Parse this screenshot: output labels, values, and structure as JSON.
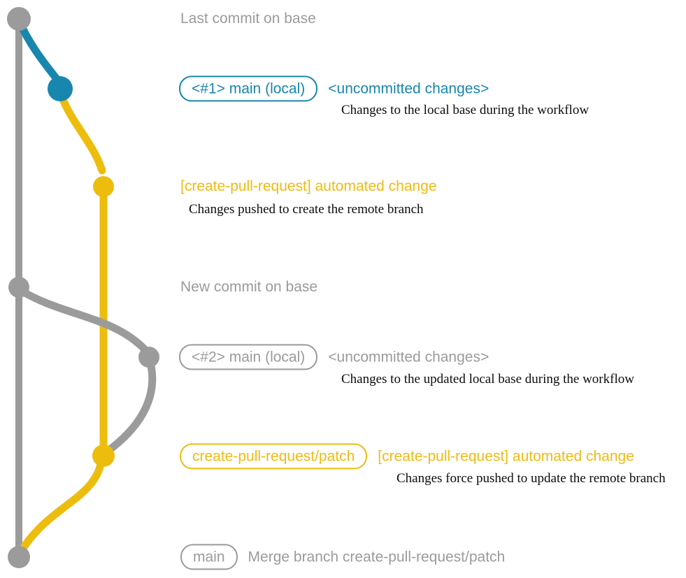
{
  "colors": {
    "gray": "#9b9b9b",
    "blue": "#1887ae",
    "yellow": "#edbd0e",
    "yellow-text": "#efbb12",
    "ink": "#0d0d0d"
  },
  "graph": {
    "branches": [
      "base",
      "main-local",
      "create-pull-request-patch"
    ],
    "commit_count": 7
  },
  "rows": {
    "last_commit_on_base": {
      "text": "Last commit on base"
    },
    "uncommitted_1": {
      "branch_tag": "<#1> main (local)",
      "title": "<uncommitted changes>",
      "description": "Changes to the local base during the workflow"
    },
    "automated_change_1": {
      "title": "[create-pull-request] automated change",
      "description": "Changes pushed to create the remote branch"
    },
    "new_commit_on_base": {
      "text": "New commit on base"
    },
    "uncommitted_2": {
      "branch_tag": "<#2> main (local)",
      "title": "<uncommitted changes>",
      "description": "Changes to the updated local base during the workflow"
    },
    "automated_change_2": {
      "branch_tag": "create-pull-request/patch",
      "title": "[create-pull-request] automated change",
      "description": "Changes force pushed to update the remote branch"
    },
    "merge": {
      "branch_tag": "main",
      "title": "Merge branch create-pull-request/patch"
    }
  }
}
